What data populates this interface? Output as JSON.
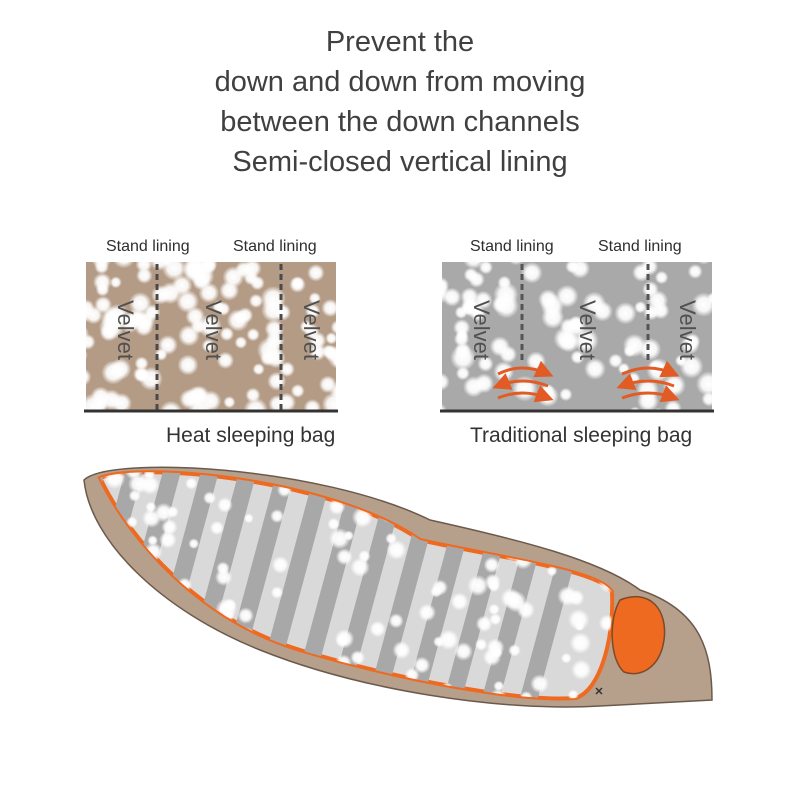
{
  "title_lines": [
    "Prevent the",
    "down and down from moving",
    "between the down channels",
    "Semi-closed vertical lining"
  ],
  "panels": [
    {
      "caption": "Heat sleeping bag",
      "lining_labels": [
        "Stand lining",
        "Stand lining"
      ],
      "velvet_labels": [
        "Velvet",
        "Velvet",
        "Velvet"
      ],
      "fill_color": "#b39b86",
      "lining_style": "dashed-full"
    },
    {
      "caption": "Traditional sleeping bag",
      "lining_labels": [
        "Stand lining",
        "Stand lining"
      ],
      "velvet_labels": [
        "Velvet",
        "Velvet",
        "Velvet"
      ],
      "fill_color": "#a9a9a9",
      "lining_style": "dashed-partial",
      "arrow_color": "#e35b24"
    }
  ],
  "bag": {
    "shell_color": "#b7a08b",
    "trim_color": "#ef6a21",
    "channel_color": "#a8a8a8"
  }
}
